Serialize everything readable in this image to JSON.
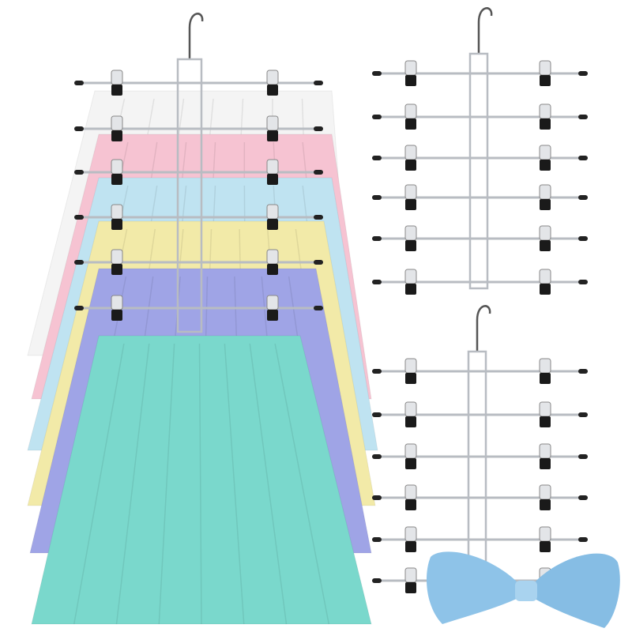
{
  "colors": {
    "background": "#ffffff",
    "metal": "#b8bcc2",
    "clip_black": "#1a1a1a",
    "skirts": [
      "#f4f4f4",
      "#f6c3d2",
      "#bfe3f1",
      "#f2eaa8",
      "#9fa4e6",
      "#7ad8cc"
    ],
    "bow": "#8ec3e8"
  },
  "main_hanger_bars": 6,
  "top_right_hanger_bars": 6,
  "bottom_right_hanger_bars": 6
}
